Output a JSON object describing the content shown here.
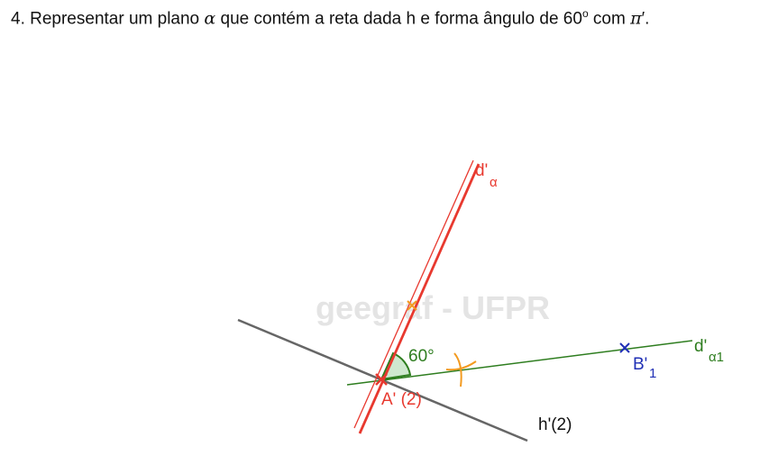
{
  "heading": {
    "prefix": "4. Representar um plano ",
    "alpha": "α",
    "middle": " que contém a reta dada h e forma ângulo de 60",
    "degree": "o",
    "com": " com ",
    "pi": "π",
    "suffix": "′."
  },
  "watermark": "geegraf - UFPR",
  "labels": {
    "d_alpha": {
      "main": "d'",
      "sub": "α"
    },
    "angle": "60°",
    "a_point": "A' (2)",
    "b_point": {
      "main": "B'",
      "sub": "1"
    },
    "d_alpha1": {
      "main": "d'",
      "sub": "α1"
    },
    "h_line": "h'(2)"
  },
  "colors": {
    "red": "#e8392f",
    "green": "#2e7d1f",
    "blue": "#1f2fb5",
    "orange": "#f39a1f",
    "gray": "#666666",
    "angle_fill": "#cfe8cf"
  }
}
